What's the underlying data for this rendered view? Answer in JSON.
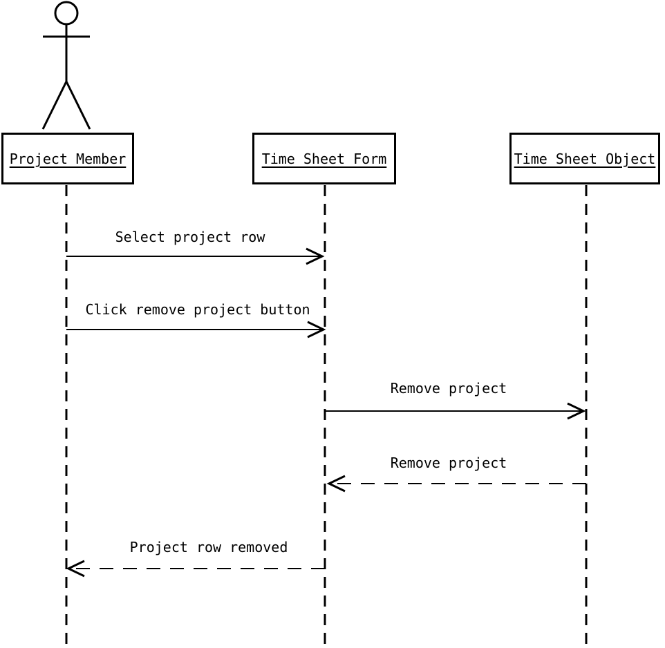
{
  "diagram": {
    "kind": "uml-sequence-diagram",
    "background_color": "#ffffff",
    "line_color": "#000000",
    "text_color": "#000000"
  },
  "lifelines": [
    {
      "id": "project-member",
      "label": "Project Member",
      "has_actor_figure": true
    },
    {
      "id": "time-sheet-form",
      "label": "Time Sheet Form",
      "has_actor_figure": false
    },
    {
      "id": "time-sheet-object",
      "label": "Time Sheet Object",
      "has_actor_figure": false
    }
  ],
  "messages": [
    {
      "label": "Select project row",
      "from": "Project Member",
      "to": "Time Sheet Form",
      "style": "solid",
      "kind": "call"
    },
    {
      "label": "Click remove project button",
      "from": "Project Member",
      "to": "Time Sheet Form",
      "style": "solid",
      "kind": "call"
    },
    {
      "label": "Remove project",
      "from": "Time Sheet Form",
      "to": "Time Sheet Object",
      "style": "solid",
      "kind": "call"
    },
    {
      "label": "Remove project",
      "from": "Time Sheet Object",
      "to": "Time Sheet Form",
      "style": "dashed",
      "kind": "return"
    },
    {
      "label": "Project row removed",
      "from": "Time Sheet Form",
      "to": "Project Member",
      "style": "dashed",
      "kind": "return"
    }
  ]
}
